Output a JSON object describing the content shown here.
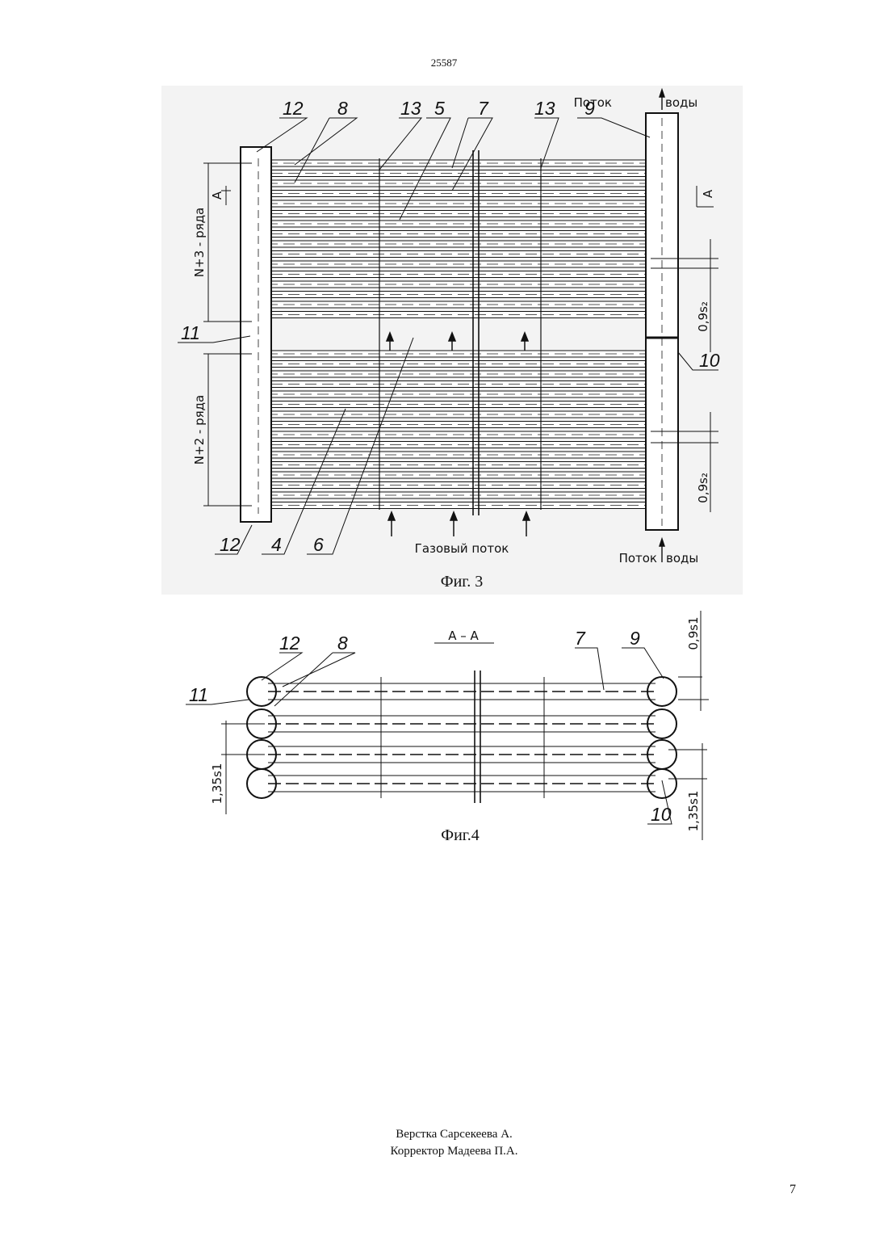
{
  "header": {
    "document_number": "25587"
  },
  "figure3": {
    "caption": "Фиг. 3",
    "water_flow_top": "Поток",
    "water_flow_top_2": "воды",
    "water_flow_bottom": "Поток",
    "water_flow_bottom_2": "воды",
    "gas_flow": "Газовый поток",
    "rows_upper": "N+3  -  ряда",
    "rows_lower": "N+2  -  ряда",
    "section_mark": "A",
    "pitch_upper": "0,9s₂",
    "pitch_lower": "0,9s₂",
    "part_labels": [
      "12",
      "8",
      "13",
      "5",
      "7",
      "13",
      "9",
      "11",
      "10",
      "12",
      "4",
      "6"
    ]
  },
  "figure4": {
    "caption": "Фиг.4",
    "section_title": "A  –  A",
    "dim_top": "0,9s1",
    "dim_left": "1,35s1",
    "dim_right": "1,35s1",
    "part_labels": [
      "12",
      "8",
      "7",
      "9",
      "11",
      "10"
    ]
  },
  "footer": {
    "layout_credit": "Верстка Сарсекеева А.",
    "proof_credit": "Корректор Мадеева П.А.",
    "page_number": "7"
  }
}
